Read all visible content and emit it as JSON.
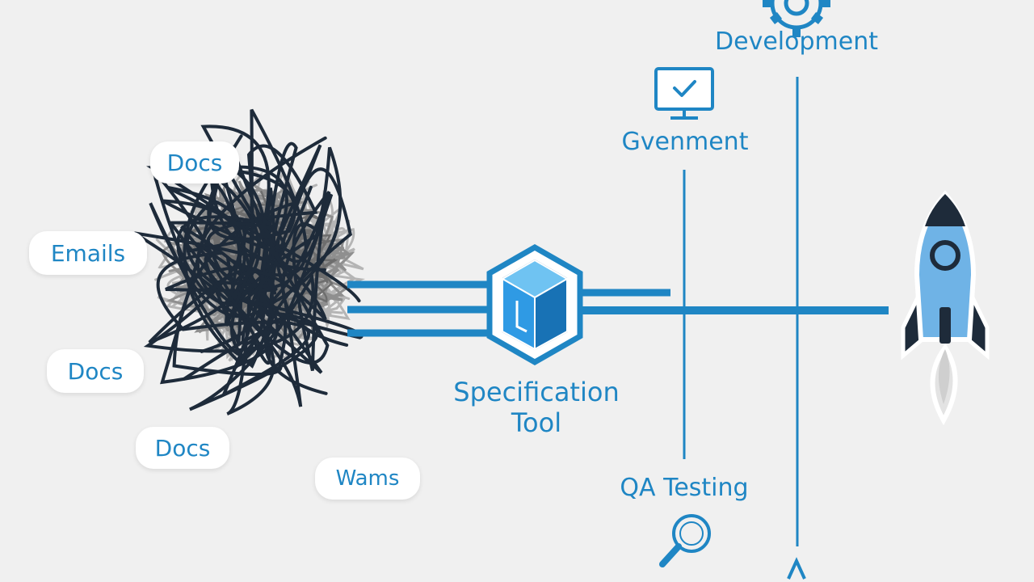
{
  "colors": {
    "background": "#f0f0f0",
    "accent": "#1f86c4",
    "dark_line": "#1e2b3a",
    "gray_line": "#8f8f8f",
    "rocket_body": "#6fb3e6"
  },
  "sources": {
    "docs_top": "Docs",
    "emails": "Emails",
    "docs_mid": "Docs",
    "docs_bottom": "Docs",
    "wams": "Wams"
  },
  "hub": {
    "line1": "Specification",
    "line2": "Tool"
  },
  "stages": {
    "development": "Development",
    "gvenment": "Gvenment",
    "qa_testing": "QA Testing"
  },
  "icons": {
    "development": "gear-icon",
    "gvenment": "monitor-check-icon",
    "qa_testing": "magnifier-icon",
    "hub": "cube-hexagon-icon",
    "launch": "rocket-icon"
  }
}
